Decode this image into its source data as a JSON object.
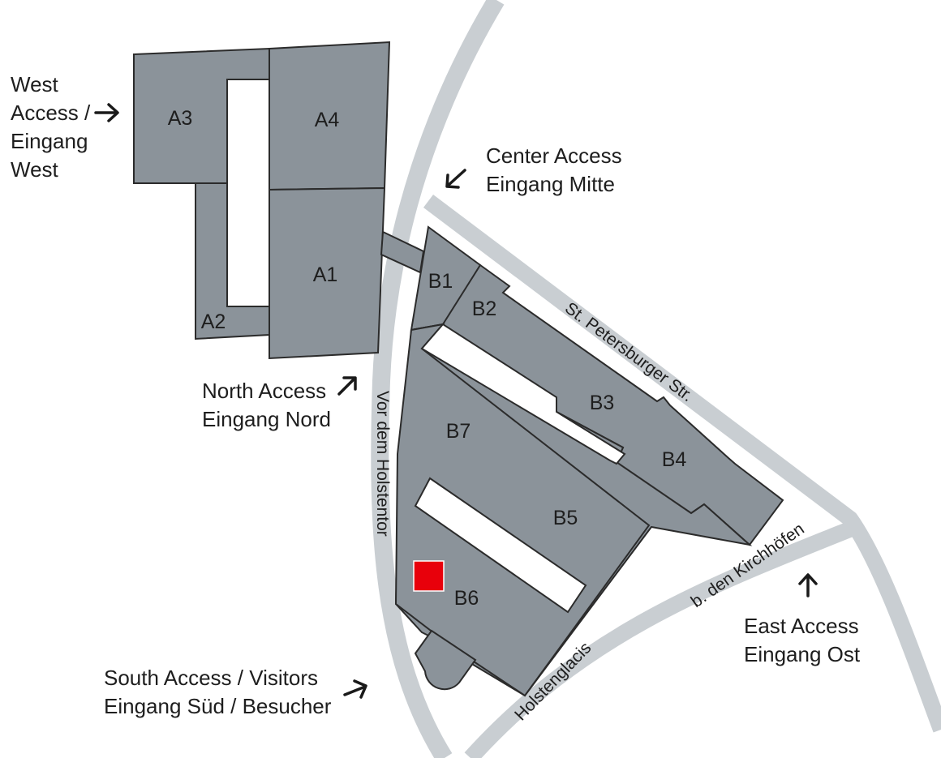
{
  "colors": {
    "building": "#8b939a",
    "road": "#c9ced2",
    "marker": "#e8000b",
    "outline": "#2b2b2b"
  },
  "buildings": {
    "a1": "A1",
    "a2": "A2",
    "a3": "A3",
    "a4": "A4",
    "b1": "B1",
    "b2": "B2",
    "b3": "B3",
    "b4": "B4",
    "b5": "B5",
    "b6": "B6",
    "b7": "B7"
  },
  "streets": {
    "st_petersburger": "St. Petersburger Str.",
    "vor_dem_holstentor": "Vor dem Holstentor",
    "kirchhoefen": "b. den Kirchhöfen",
    "holstenglacis": "Holstenglacis"
  },
  "access": {
    "west": [
      "West",
      "Access /",
      "Eingang",
      "West"
    ],
    "center": [
      "Center Access",
      "Eingang Mitte"
    ],
    "north": [
      "North Access",
      "Eingang Nord"
    ],
    "east": [
      "East Access",
      "Eingang Ost"
    ],
    "south": [
      "South Access / Visitors",
      "Eingang Süd / Besucher"
    ]
  },
  "icons": {
    "arrow": "arrow-icon",
    "marker": "location-marker-icon"
  }
}
